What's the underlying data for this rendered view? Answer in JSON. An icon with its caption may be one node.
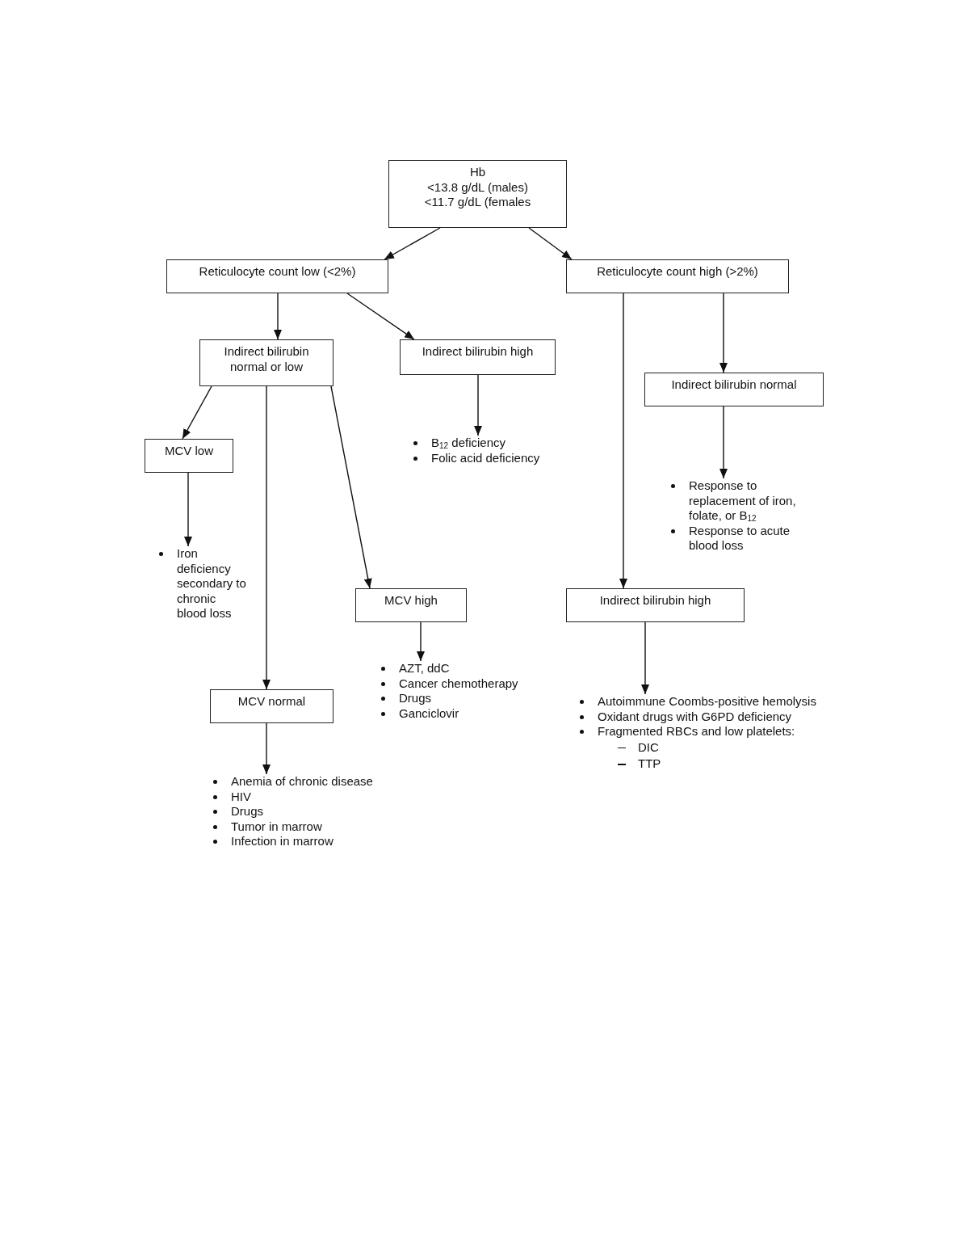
{
  "diagram": {
    "nodes": [
      {
        "text": [
          "Hb",
          "<13.8 g/dL (males)",
          "<11.7 g/dL (females"
        ]
      },
      {
        "text": [
          "Reticulocyte count low (<2%)"
        ]
      },
      {
        "text": [
          "Reticulocyte count high (>2%)"
        ]
      },
      {
        "text": [
          "Indirect bilirubin normal or low"
        ]
      },
      {
        "text": [
          "Indirect bilirubin high"
        ]
      },
      {
        "text": [
          "Indirect bilirubin normal"
        ]
      },
      {
        "text": [
          "MCV low"
        ]
      },
      {
        "text": [
          "B$_{12}$ deficiency",
          "Folic acid deficiency"
        ]
      },
      {
        "text": [
          "Response to replacement of iron, folate, or B$_{12}$",
          "Response to acute blood loss"
        ]
      },
      {
        "text": [
          "Iron deficiency secondary to chronic blood loss"
        ]
      },
      {
        "text": [
          "MCV high"
        ]
      },
      {
        "text": [
          "Indirect bilirubin high"
        ]
      },
      {
        "text": [
          "MCV normal"
        ]
      },
      {
        "text": [
          "AZT, ddC",
          "Cancer chemotherapy",
          "Drugs",
          "Ganciclovir"
        ]
      },
      {
        "text": [
          "Autoimmune Coombs-positive hemolysis",
          "Oxidant drugs with G6PD deficiency",
          "Fragmented RBCs and low platelets:",
          "DIC",
          "TTP"
        ]
      },
      {
        "text": [
          "Anemia of chronic disease",
          "HIV",
          "Drugs",
          "Tumor in marrow",
          "Infection in marrow"
        ]
      }
    ],
    "edges": [
      {
        "from": 0,
        "to": 1,
        "arrow": "to"
      },
      {
        "from": 0,
        "to": 2,
        "arrow": "to"
      },
      {
        "from": 1,
        "to": 3,
        "arrow": "to"
      },
      {
        "from": 1,
        "to": 4,
        "arrow": "to"
      },
      {
        "from": 2,
        "to": 11,
        "arrow": "to"
      },
      {
        "from": 2,
        "to": 5,
        "arrow": "to"
      },
      {
        "from": 3,
        "to": 6,
        "arrow": "to"
      },
      {
        "from": 3,
        "to": 12,
        "arrow": "to"
      },
      {
        "from": 3,
        "to": 10,
        "arrow": "to"
      },
      {
        "from": 4,
        "to": 7,
        "arrow": "to"
      },
      {
        "from": 5,
        "to": 8,
        "arrow": "to"
      },
      {
        "from": 6,
        "to": 9,
        "arrow": "to"
      },
      {
        "from": 10,
        "to": 13,
        "arrow": "to"
      },
      {
        "from": 11,
        "to": 14,
        "arrow": "to"
      },
      {
        "from": 12,
        "to": 15,
        "arrow": "to"
      }
    ]
  }
}
